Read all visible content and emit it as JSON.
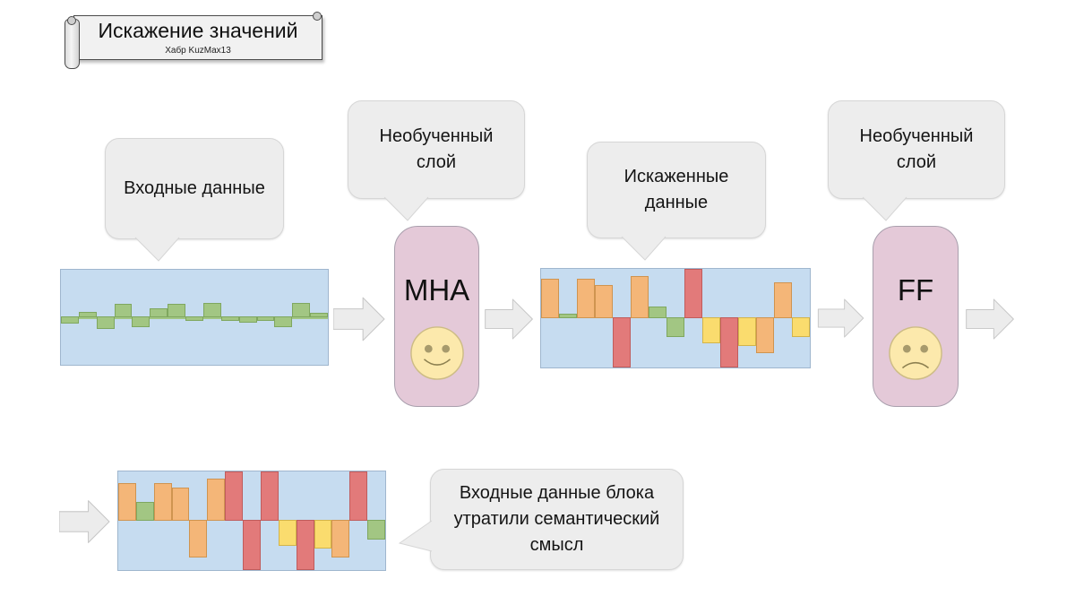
{
  "banner": {
    "title": "Искажение значений",
    "subtitle": "Хабр KuzMax13"
  },
  "bubbles": {
    "input_data": "Входные данные",
    "untrained_layer_1": "Необученный слой",
    "distorted_data": "Искаженные данные",
    "untrained_layer_2": "Необученный слой",
    "lost_meaning": "Входные данные блока утратили семантический смысл"
  },
  "blocks": {
    "mha": {
      "label": "MHA",
      "mood": "happy"
    },
    "ff": {
      "label": "FF",
      "mood": "sad"
    }
  },
  "colors": {
    "chart_background": "#c6dcf0",
    "chart_border": "#9fb6ce",
    "block_pink": "#e4c9d8",
    "bubble_gray": "#ededed",
    "arrow_gray": "#ececec",
    "smiley_yellow": "#fce9ac",
    "bars": {
      "green": {
        "fill": "#a2c683",
        "stroke": "#7fa75f"
      },
      "orange": {
        "fill": "#f4b678",
        "stroke": "#cf9450"
      },
      "red": {
        "fill": "#e27a7a",
        "stroke": "#c05c5c"
      },
      "yellow": {
        "fill": "#fadc6e",
        "stroke": "#d3b44a"
      }
    }
  },
  "chart_data": [
    {
      "type": "bar",
      "name": "input-data",
      "label": "Входные данные",
      "ylim": [
        -1,
        1
      ],
      "baseline_line": true,
      "baseline_color": "green",
      "values": [
        -0.13,
        0.11,
        -0.24,
        0.28,
        -0.2,
        0.19,
        0.28,
        -0.06,
        0.31,
        -0.06,
        -0.11,
        -0.06,
        -0.2,
        0.31,
        0.09
      ],
      "bar_colors": [
        "green",
        "green",
        "green",
        "green",
        "green",
        "green",
        "green",
        "green",
        "green",
        "green",
        "green",
        "green",
        "green",
        "green",
        "green"
      ]
    },
    {
      "type": "bar",
      "name": "distorted-data",
      "label": "Искаженные данные",
      "ylim": [
        -1,
        1
      ],
      "baseline_line": false,
      "values": [
        0.8,
        0.09,
        0.8,
        0.68,
        -1.0,
        0.86,
        0.23,
        -0.39,
        1.0,
        -0.5,
        -1.0,
        -0.57,
        -0.71,
        0.73,
        -0.38
      ],
      "bar_colors": [
        "orange",
        "green",
        "orange",
        "orange",
        "red",
        "orange",
        "green",
        "green",
        "red",
        "yellow",
        "red",
        "yellow",
        "orange",
        "orange",
        "yellow"
      ]
    },
    {
      "type": "bar",
      "name": "block-output-data",
      "label": "Входные данные блока утратили семантический смысл",
      "ylim": [
        -1,
        1
      ],
      "baseline_line": false,
      "values": [
        0.77,
        0.39,
        0.77,
        0.68,
        -0.75,
        0.86,
        1.0,
        -1.0,
        1.0,
        -0.5,
        -1.0,
        -0.57,
        -0.75,
        1.0,
        -0.39
      ],
      "bar_colors": [
        "orange",
        "green",
        "orange",
        "orange",
        "orange",
        "orange",
        "red",
        "red",
        "red",
        "yellow",
        "red",
        "yellow",
        "orange",
        "red",
        "green"
      ]
    }
  ]
}
